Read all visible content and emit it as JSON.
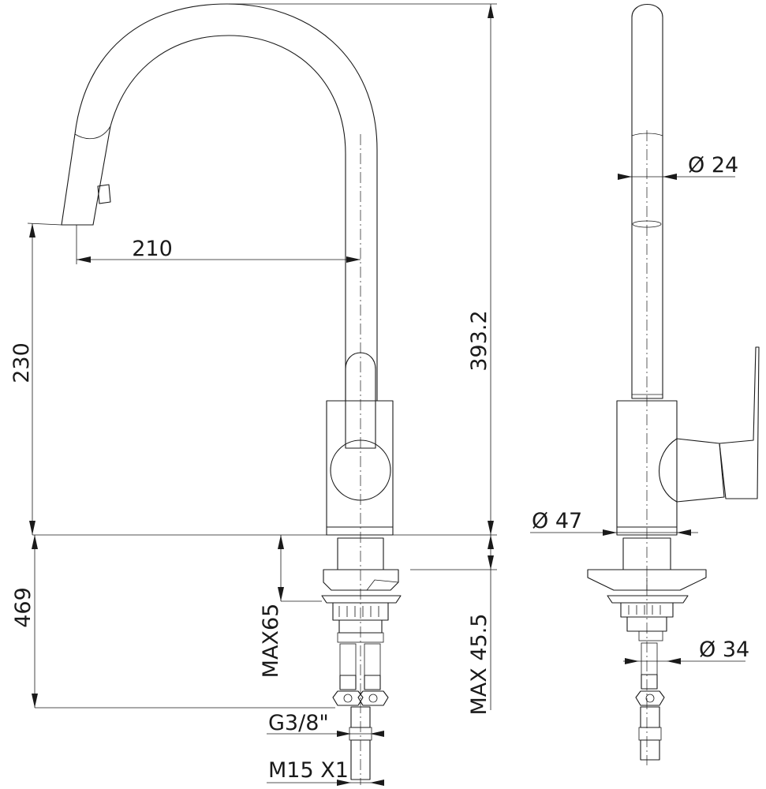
{
  "dimensions": {
    "spout_reach": "210",
    "spout_height": "230",
    "total_height": "393.2",
    "below_deck": "469",
    "max_deck_thickness": "MAX65",
    "max_clamp": "MAX 45.5",
    "hose_thread": "G3/8\"",
    "inlet_thread": "M15 X1",
    "spout_diameter": "Ø 24",
    "body_diameter": "Ø 47",
    "shank_diameter": "Ø 34"
  },
  "colors": {
    "line": "#1a1a1a",
    "background": "#ffffff"
  }
}
